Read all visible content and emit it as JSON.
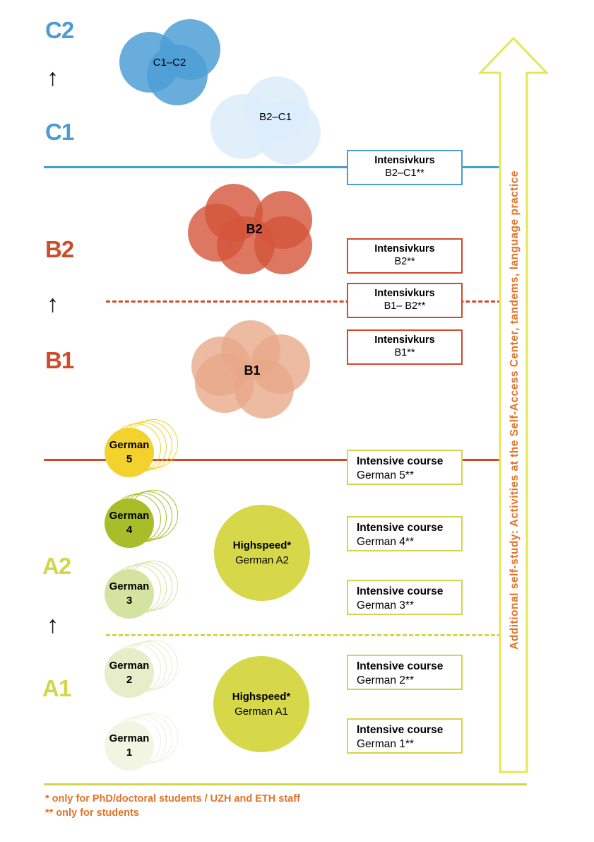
{
  "levels": {
    "c2": "C2",
    "c1": "C1",
    "b2": "B2",
    "b1": "B1",
    "a2": "A2",
    "a1": "A1"
  },
  "arrow_glyph": "↑",
  "clusters": {
    "c1c2": "C1–C2",
    "b2c1": "B2–C1",
    "b2": "B2",
    "b1": "B1"
  },
  "german_courses": [
    {
      "line1": "German",
      "line2": "5"
    },
    {
      "line1": "German",
      "line2": "4"
    },
    {
      "line1": "German",
      "line2": "3"
    },
    {
      "line1": "German",
      "line2": "2"
    },
    {
      "line1": "German",
      "line2": "1"
    }
  ],
  "highspeed": [
    {
      "title": "Highspeed*",
      "sub": "German A2"
    },
    {
      "title": "Highspeed*",
      "sub": "German A1"
    }
  ],
  "intensivkurs": [
    {
      "title": "Intensivkurs",
      "sub": "B2–C1**"
    },
    {
      "title": "Intensivkurs",
      "sub": "B2**"
    },
    {
      "title": "Intensivkurs",
      "sub": "B1– B2**"
    },
    {
      "title": "Intensivkurs",
      "sub": "B1**"
    }
  ],
  "intensive_courses": [
    {
      "title": "Intensive course",
      "sub": "German 5**"
    },
    {
      "title": "Intensive course",
      "sub": "German 4**"
    },
    {
      "title": "Intensive course",
      "sub": "German 3**"
    },
    {
      "title": "Intensive course",
      "sub": "German 2**"
    },
    {
      "title": "Intensive course",
      "sub": "German 1**"
    }
  ],
  "self_study": "Additional self-study: Activities at the Self-Access Center, tandems, language practice",
  "footnotes": {
    "single": "*  only for PhD/doctoral students / UZH and ETH staff",
    "double": "** only for students"
  },
  "colors": {
    "c_level": "#4b9cd3",
    "b_level": "#cf4b2a",
    "a_level": "#d2d64c",
    "c1c2_fill": "#4d9fd6",
    "b2c1_fill": "#dcecfa",
    "b2_fill": "#d4553a",
    "b1_fill": "#e8a888",
    "german5": "#f3d22e",
    "german4": "#a7be2a",
    "german3": "#d5e3a0",
    "german2": "#e6edc8",
    "german1": "#f1f5e2",
    "highspeed": "#d6d84a",
    "orange_text": "#e0742a",
    "arrow_border": "#e5e65a"
  }
}
